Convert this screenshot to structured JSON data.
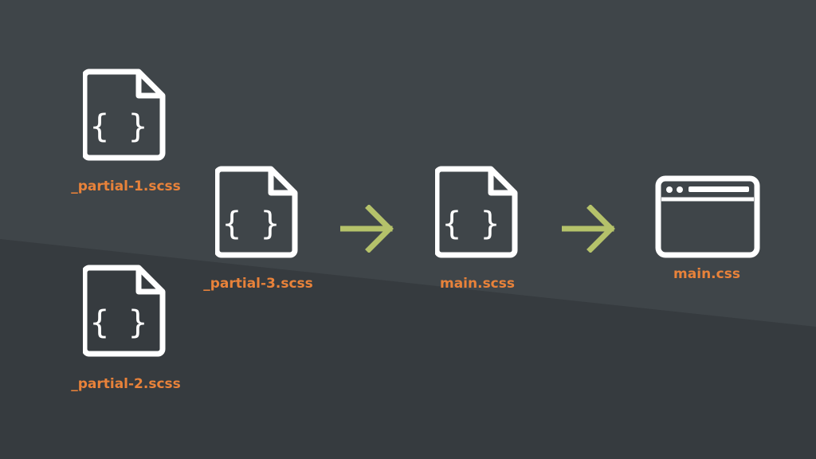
{
  "colors": {
    "background": "#3f4549",
    "background_lower": "#363b3f",
    "icon_stroke": "#ffffff",
    "label": "#e8823a",
    "arrow": "#b5c26a"
  },
  "files": {
    "partial_1": {
      "label": "_partial-1.scss",
      "icon": "scss-file-icon",
      "glyph": "{ }"
    },
    "partial_2": {
      "label": "_partial-2.scss",
      "icon": "scss-file-icon",
      "glyph": "{ }"
    },
    "partial_3": {
      "label": "_partial-3.scss",
      "icon": "scss-file-icon",
      "glyph": "{ }"
    },
    "main_scss": {
      "label": "main.scss",
      "icon": "scss-file-icon",
      "glyph": "{ }"
    },
    "main_css": {
      "label": "main.css",
      "icon": "browser-window-icon"
    }
  },
  "arrows": [
    {
      "from": "partial_3",
      "to": "main_scss",
      "icon": "arrow-right-icon"
    },
    {
      "from": "main_scss",
      "to": "main_css",
      "icon": "arrow-right-icon"
    }
  ]
}
